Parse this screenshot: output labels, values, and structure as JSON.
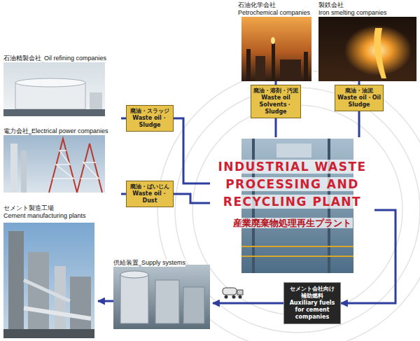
{
  "diagram": {
    "nodes": [
      {
        "text": [
          "石油化学会社",
          "Petrochemical companies"
        ]
      },
      {
        "text": [
          "製鉄会社",
          "Iron smelting companies"
        ]
      },
      {
        "text": [
          "石油精製会社",
          "Oil refining companies"
        ]
      },
      {
        "text": [
          "廃油・スラッジ",
          "Waste oil・Sludge"
        ]
      },
      {
        "text": [
          "廃油・溶剤・汚泥",
          "Waste oil Solvents・Sludge"
        ]
      },
      {
        "text": [
          "廃油・油泥",
          "Waste oil・Oil Sludge"
        ]
      },
      {
        "text": [
          "電力会社",
          "Electrical power companies"
        ]
      },
      {
        "text": [
          "廃油・ばいじん",
          "Waste oil・Dust"
        ]
      },
      {
        "text": [
          "INDUSTRIAL WASTE PROCESSING AND RECYCLING PLANT",
          "産業廃棄物処理再生プラント"
        ]
      },
      {
        "text": [
          "セメント製造工場",
          "Cement manufacturing plants"
        ]
      },
      {
        "text": [
          "供給装置",
          "Supply systems"
        ]
      },
      {
        "text": [
          "セメント会社向け 補助燃料",
          "Auxiliary fuels for cement companies"
        ]
      }
    ],
    "edges": [
      {
        "from": 2,
        "to": 3,
        "arrow": "none"
      },
      {
        "from": 3,
        "to": 8,
        "arrow": "none"
      },
      {
        "from": 0,
        "to": 4,
        "arrow": "none"
      },
      {
        "from": 4,
        "to": 8,
        "arrow": "none"
      },
      {
        "from": 1,
        "to": 5,
        "arrow": "none"
      },
      {
        "from": 5,
        "to": 8,
        "arrow": "none"
      },
      {
        "from": 6,
        "to": 7,
        "arrow": "none"
      },
      {
        "from": 7,
        "to": 8,
        "arrow": "none"
      },
      {
        "from": 8,
        "to": 11,
        "arrow": "to"
      },
      {
        "from": 11,
        "to": 10,
        "arrow": "to"
      },
      {
        "from": 10,
        "to": 9,
        "arrow": "to"
      }
    ]
  }
}
